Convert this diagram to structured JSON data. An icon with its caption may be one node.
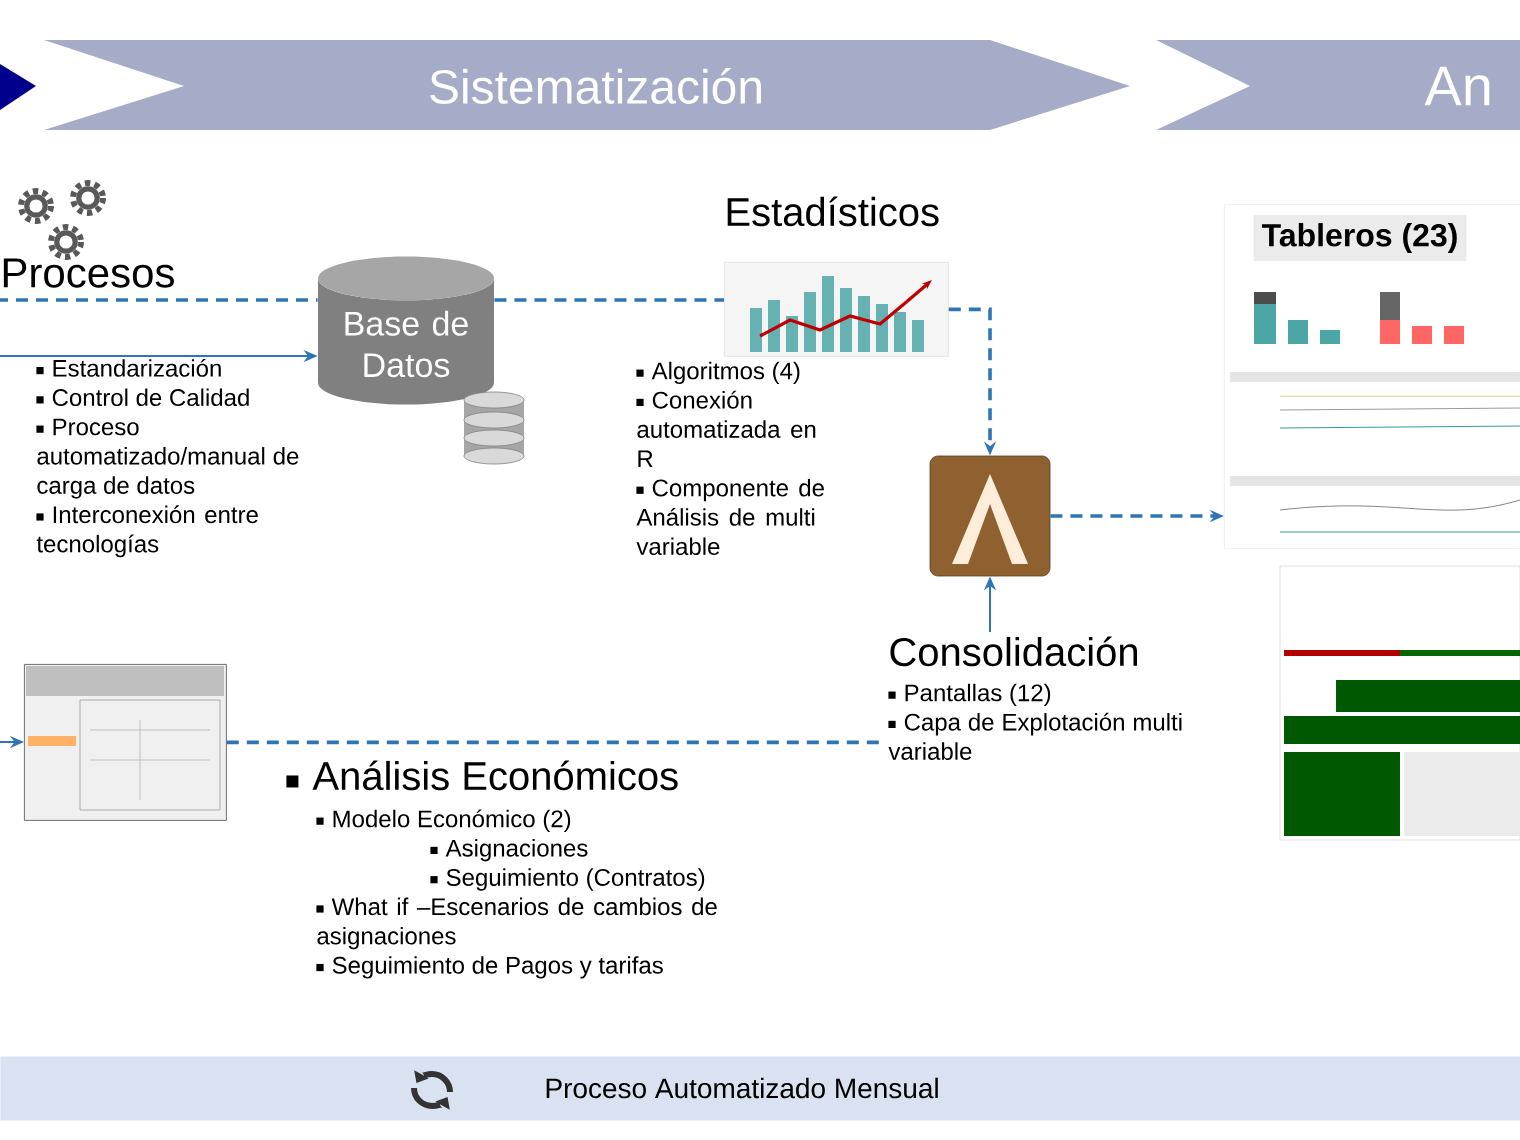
{
  "diagram": {
    "nodes": [
      {
        "text": [
          "Sistematización"
        ]
      },
      {
        "text": [
          "An"
        ]
      },
      {
        "text": [
          "Procesos",
          "Estandarización",
          "Control de Calidad",
          "Proceso automatizado/manual de carga de datos",
          "Interconexión entre tecnologías"
        ]
      },
      {
        "text": [
          "Base de Datos"
        ]
      },
      {
        "text": [
          "Estadísticos",
          "Algoritmos (4)",
          "Conexión automatizada en R",
          "Componente de Análisis de multi variable"
        ]
      },
      {
        "text": [],
        "shape": "picture"
      },
      {
        "text": [
          "Consolidación",
          "Pantallas (12)",
          "Capa de Explotación multi variable"
        ]
      },
      {
        "text": [
          "Tableros (23)"
        ]
      },
      {
        "text": [],
        "shape": "picture"
      },
      {
        "text": [
          "Análisis Económicos",
          "Modelo Económico (2)",
          "Asignaciones",
          "Seguimiento (Contratos)",
          "What if –Escenarios de cambios de asignaciones",
          "Seguimiento de Pagos y tarifas"
        ]
      },
      {
        "text": [
          "Proceso Automatizado Mensual"
        ]
      }
    ],
    "edges": [
      {
        "from": 2,
        "to": 3,
        "arrow": "none",
        "style": "dashed"
      },
      {
        "from": 2,
        "to": 3,
        "arrow": "to"
      },
      {
        "from": 3,
        "to": 4,
        "arrow": "none",
        "style": "dashed"
      },
      {
        "from": 4,
        "to": 5,
        "arrow": "to",
        "style": "dashed"
      },
      {
        "from": 6,
        "to": 5,
        "arrow": "to"
      },
      {
        "from": 5,
        "to": 7,
        "arrow": "to",
        "style": "dashed"
      },
      {
        "from": null,
        "to": 8,
        "arrow": "to"
      },
      {
        "from": 8,
        "to": 6,
        "arrow": "none",
        "style": "dashed"
      }
    ]
  }
}
